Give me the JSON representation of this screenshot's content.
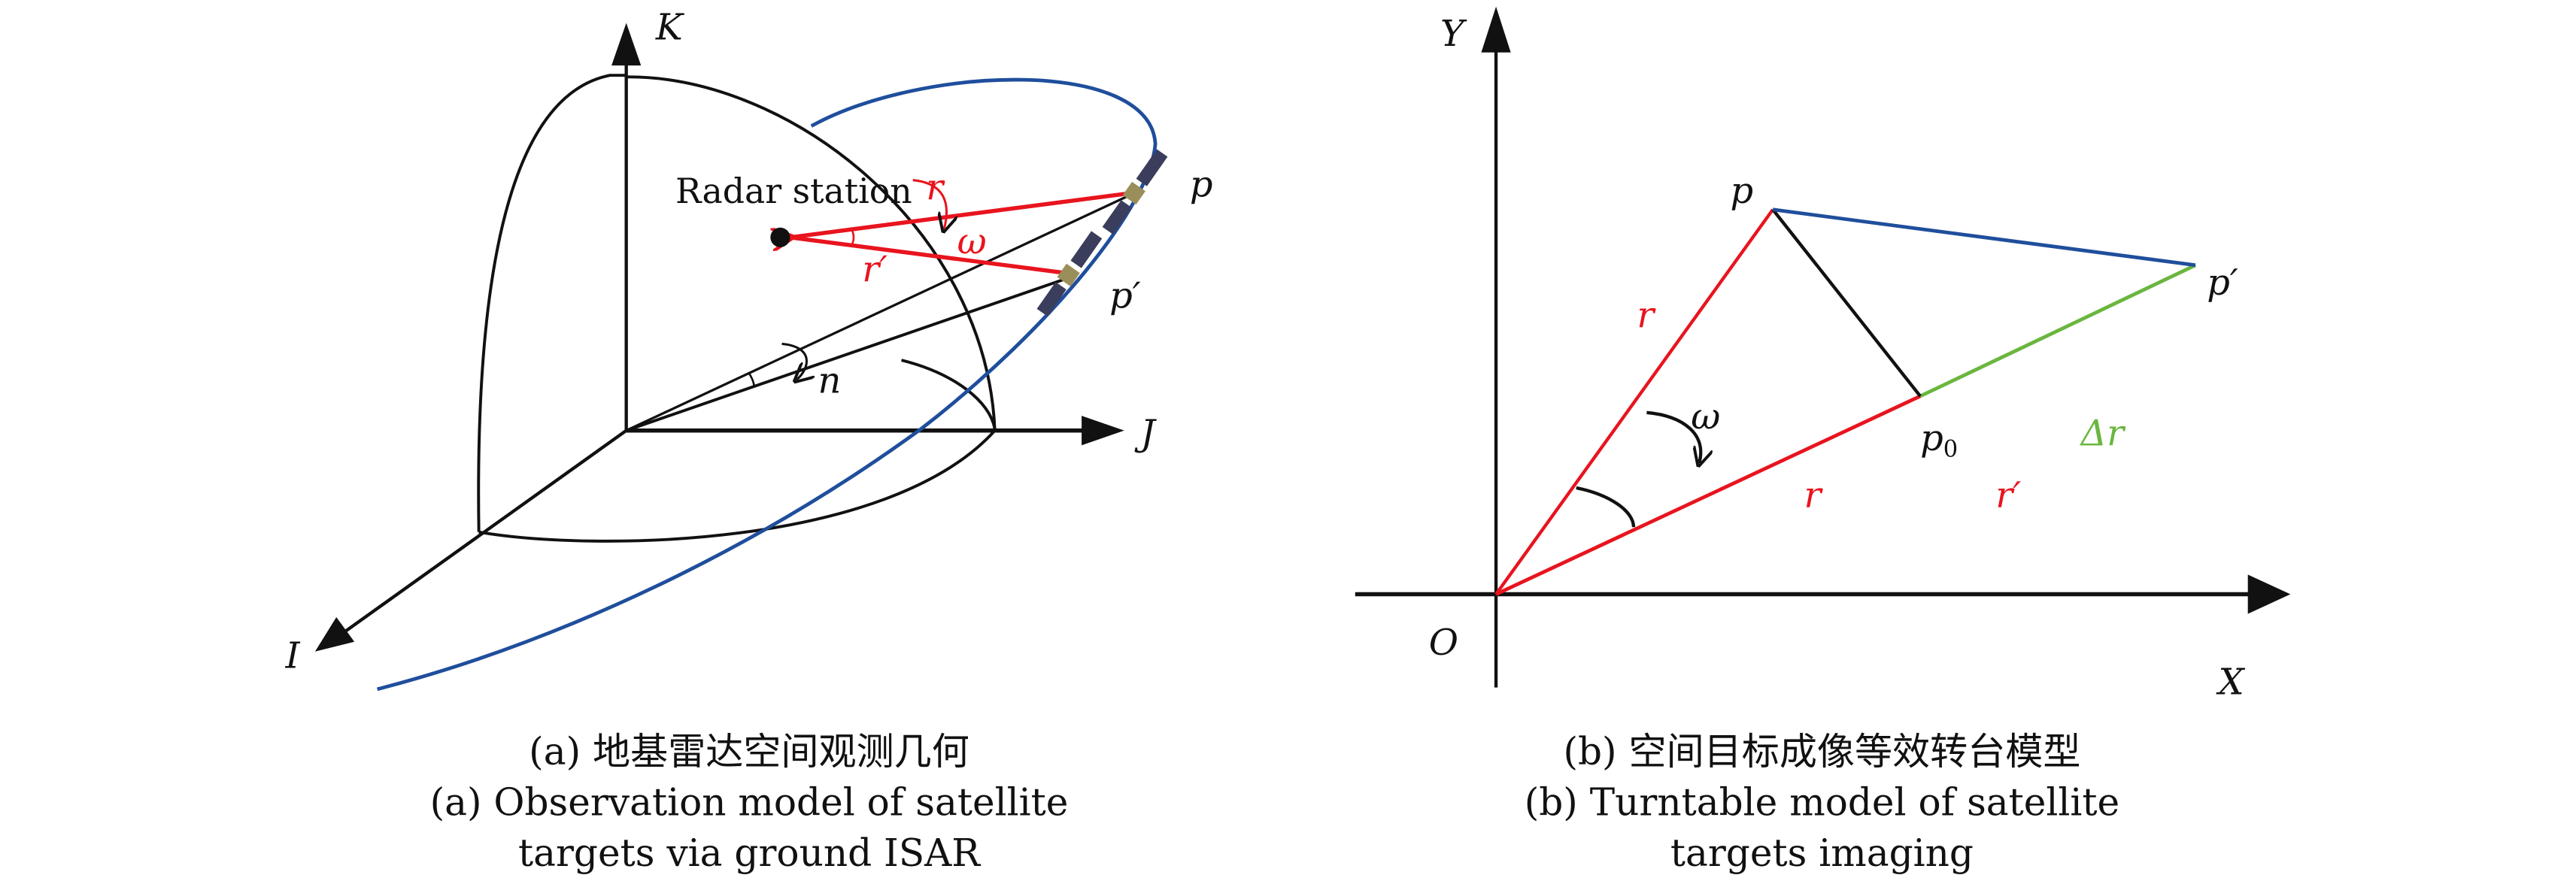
{
  "panel_a": {
    "axes": {
      "k": "K",
      "j": "J",
      "i": "I"
    },
    "radar_label": "Radar station",
    "labels": {
      "r": "r",
      "omega": "ω",
      "r_prime": "r′",
      "n": "n",
      "p": "p",
      "p_prime": "p′"
    },
    "caption": [
      "(a) 地基雷达空间观测几何",
      "(a) Observation model of satellite",
      "targets via ground ISAR"
    ]
  },
  "panel_b": {
    "axes": {
      "x": "X",
      "y": "Y",
      "origin": "O"
    },
    "labels": {
      "p": "p",
      "p_prime": "p′",
      "p0": "p",
      "p0_sub": "0",
      "r_upper": "r",
      "r_lower": "r",
      "r_prime": "r′",
      "delta_r": "Δr",
      "omega": "ω"
    },
    "caption": [
      "(b) 空间目标成像等效转台模型",
      "(b) Turntable model of satellite",
      "targets imaging"
    ]
  },
  "colors": {
    "red": "#e8141e",
    "blue": "#1f4e9c",
    "green": "#6ab63f",
    "black": "#111111"
  }
}
